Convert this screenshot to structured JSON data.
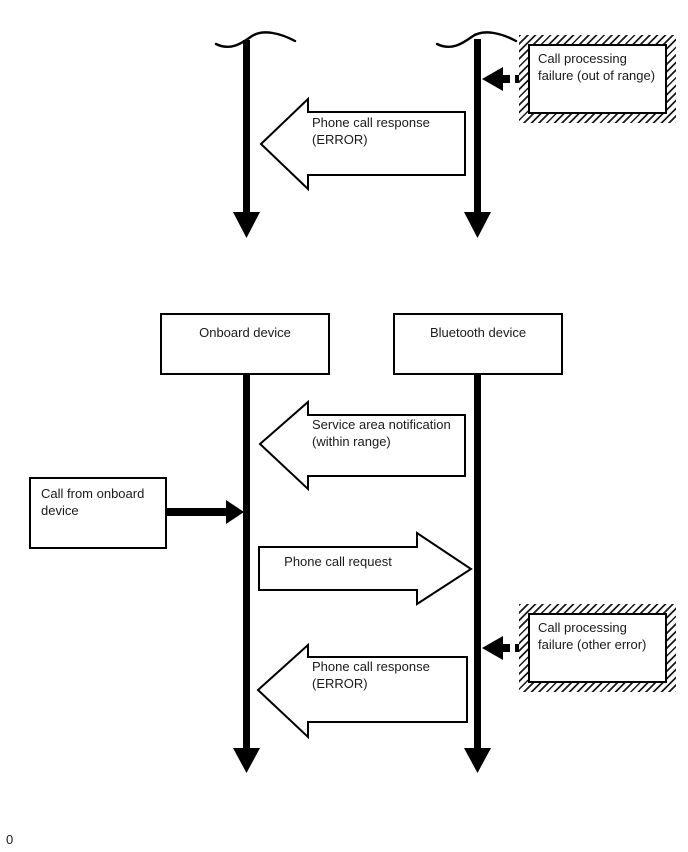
{
  "page": {
    "number": "0"
  },
  "colors": {
    "line": "#000000",
    "fill": "#ffffff",
    "text": "#1a1a1a"
  },
  "top_sequence": {
    "failure_box": {
      "lines": [
        "Call processing",
        "failure (out of range)"
      ]
    },
    "response_arrow": {
      "lines": [
        "Phone call response",
        "(ERROR)"
      ]
    }
  },
  "bottom_sequence": {
    "onboard_box": {
      "label": "Onboard device"
    },
    "bluetooth_box": {
      "label": "Bluetooth device"
    },
    "service_arrow": {
      "lines": [
        "Service area notification",
        "(within range)"
      ]
    },
    "call_box": {
      "lines": [
        "Call from onboard",
        "device"
      ]
    },
    "request_arrow": {
      "label": "Phone call request"
    },
    "failure_box": {
      "lines": [
        "Call processing",
        "failure (other error)"
      ]
    },
    "response_arrow": {
      "lines": [
        "Phone call response",
        "(ERROR)"
      ]
    }
  }
}
